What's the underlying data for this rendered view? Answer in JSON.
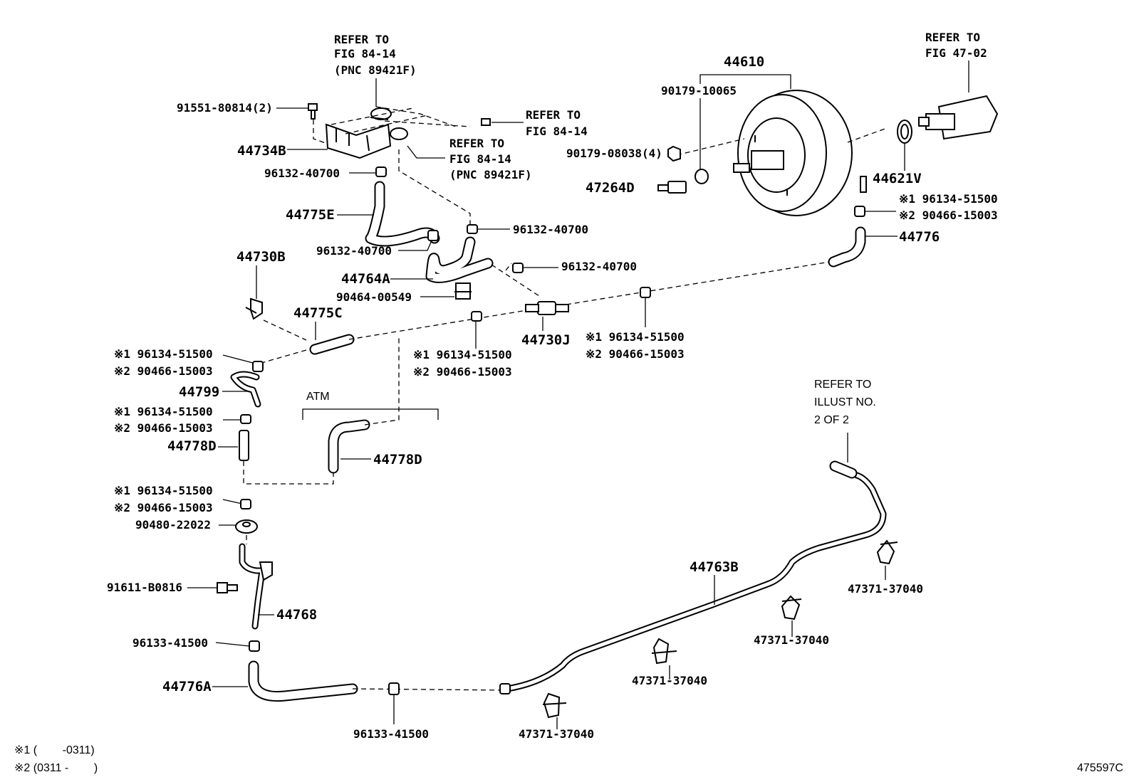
{
  "refs": {
    "fig84_14_pnc_top": [
      "REFER TO",
      "FIG 84-14",
      "(PNC 89421F)"
    ],
    "fig84_14_right": [
      "REFER TO",
      "FIG 84-14"
    ],
    "fig84_14_pnc_mid": [
      "REFER TO",
      "FIG 84-14",
      "(PNC 89421F)"
    ],
    "fig47_02": [
      "REFER TO",
      "FIG 47-02"
    ],
    "illust2": [
      "REFER TO",
      "ILLUST NO.",
      "2 OF 2"
    ]
  },
  "parts": {
    "p91551": "91551-80814(2)",
    "p44734B": "44734B",
    "p96132_a": "96132-40700",
    "p44775E": "44775E",
    "p96132_b": "96132-40700",
    "p96132_c": "96132-40700",
    "p96132_d": "96132-40700",
    "p44730B": "44730B",
    "p44764A": "44764A",
    "p90464": "90464-00549",
    "p44775C": "44775C",
    "p44730J": "44730J",
    "p44610": "44610",
    "p90179_10065": "90179-10065",
    "p90179_08038": "90179-08038(4)",
    "p47264D": "47264D",
    "p44621V": "44621V",
    "p44776": "44776",
    "p44799": "44799",
    "p44778D_left": "44778D",
    "p44778D_atm": "44778D",
    "atm": "ATM",
    "p90480": "90480-22022",
    "p91611": "91611-B0816",
    "p44768": "44768",
    "p96133_left": "96133-41500",
    "p44776A": "44776A",
    "p96133_bottom": "96133-41500",
    "p44763B": "44763B",
    "p47371_a": "47371-37040",
    "p47371_b": "47371-37040",
    "p47371_c": "47371-37040",
    "p47371_d": "47371-37040"
  },
  "variants": {
    "v1": {
      "l1": "※1 96134-51500",
      "l2": "※2 90466-15003"
    },
    "v2": {
      "l1": "※1 96134-51500",
      "l2": "※2 90466-15003"
    },
    "v3": {
      "l1": "※1 96134-51500",
      "l2": "※2 90466-15003"
    },
    "v4": {
      "l1": "※1 96134-51500",
      "l2": "※2 90466-15003"
    },
    "v5": {
      "l1": "※1 96134-51500",
      "l2": "※2 90466-15003"
    },
    "v6": {
      "l1": "※1 96134-51500",
      "l2": "※2 90466-15003"
    }
  },
  "footnotes": {
    "n1": "※1 (        -0311)",
    "n2": "※2 (0311 -        )"
  },
  "illustration_id": "475597C"
}
